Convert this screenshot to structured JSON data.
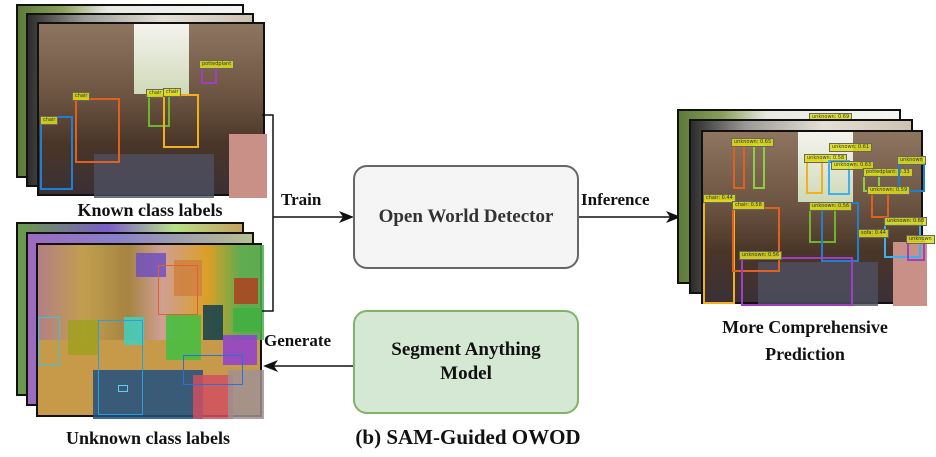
{
  "diagram": {
    "title": "(b) SAM-Guided OWOD",
    "nodes": {
      "detector": {
        "label": "Open World Detector",
        "fill": "#f5f5f5",
        "stroke": "#666666"
      },
      "sam": {
        "label_line1": "Segment Anything",
        "label_line2": "Model",
        "fill": "#d5e8d4",
        "stroke": "#82b366"
      }
    },
    "edges": {
      "train": "Train",
      "inference": "Inference",
      "generate": "Generate"
    },
    "image_stacks": {
      "known": {
        "caption": "Known class labels",
        "labels": [
          "chair",
          "chair",
          "chair",
          "chair",
          "pottedplant"
        ]
      },
      "unknown": {
        "caption": "Unknown class labels"
      },
      "prediction": {
        "caption_line1": "More Comprehensive",
        "caption_line2": "Prediction",
        "labels": [
          "unknown: 0.65",
          "unknown: 0.61",
          "unknown: 0.58",
          "unknown: 0.63",
          "unknown: 0.69",
          "pottedplant: 0.33",
          "unknown: 0.59",
          "unknown: 0.56",
          "chair: 0.44",
          "chair: 0.58",
          "unknown: 0.68",
          "sofa: 0.44",
          "unknown",
          "unknown: 0.56",
          "unknown"
        ]
      }
    }
  }
}
